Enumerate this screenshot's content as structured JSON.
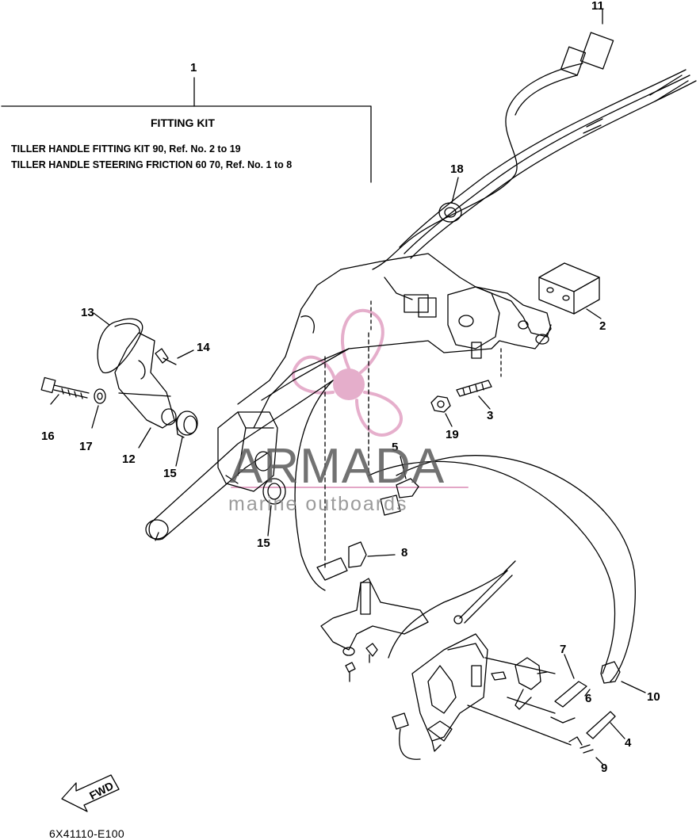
{
  "fitting_kit": {
    "title": "FITTING KIT",
    "lines": [
      "TILLER HANDLE FITTING KIT 90, Ref. No. 2 to 19",
      "TILLER HANDLE STEERING FRICTION 60 70, Ref. No. 1 to 8"
    ]
  },
  "callouts": {
    "c1": "1",
    "c2": "2",
    "c3": "3",
    "c4": "4",
    "c5": "5",
    "c6": "6",
    "c7": "7",
    "c8": "8",
    "c9": "9",
    "c10": "10",
    "c11": "11",
    "c12": "12",
    "c13": "13",
    "c14": "14",
    "c15a": "15",
    "c15b": "15",
    "c16": "16",
    "c17": "17",
    "c18": "18",
    "c19": "19"
  },
  "fwd_label": "FWD",
  "part_code": "6X41110-E100",
  "watermark": {
    "brand": "ARMADA",
    "tagline": "marine outboards",
    "logo_color": "#e3a6c6"
  },
  "colors": {
    "ink": "#000000",
    "paper": "#ffffff"
  }
}
